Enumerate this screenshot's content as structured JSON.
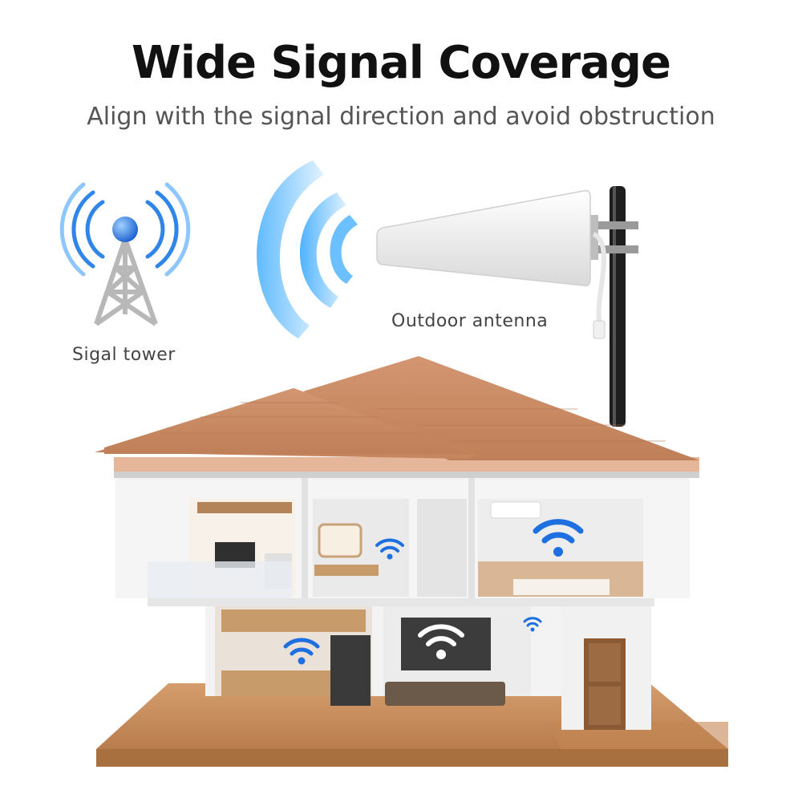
{
  "header": {
    "title": "Wide Signal Coverage",
    "subtitle": "Align with the signal direction and avoid obstruction"
  },
  "labels": {
    "tower": "Sigal tower",
    "antenna": "Outdoor antenna"
  },
  "colors": {
    "signal_blue": "#1e6fe0",
    "roof": "#c98a63",
    "floor_wood": "#c98f5f",
    "wall": "#f2f2f2"
  },
  "icons": [
    "signal-tower-icon",
    "radio-wave-icon",
    "wifi-icon"
  ]
}
